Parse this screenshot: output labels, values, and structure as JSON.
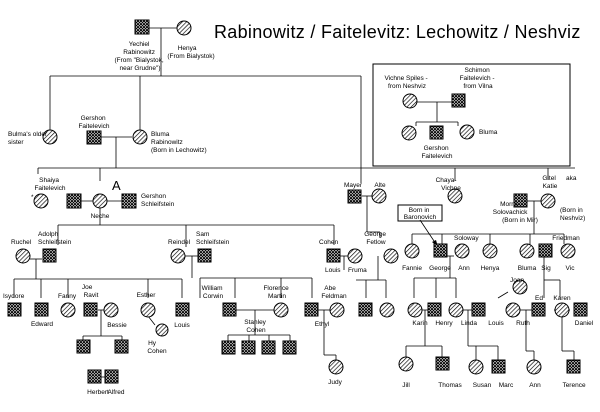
{
  "title": "Rabinowitz / Faitelevitz: Lechowitz / Neshviz",
  "marker_a": "A",
  "people": {
    "yechiel": [
      "Yechiel",
      "Rabinowitz",
      "(From \"Bialystok,",
      "near Grudne\")"
    ],
    "henya_top": [
      "Henya",
      "(From Bialystok)"
    ],
    "gershon_f": [
      "Gershon",
      "Faitelevich"
    ],
    "bluma_r": [
      "Bluma",
      "Rabinowitz",
      "(Born in Lechowitz)"
    ],
    "bulma_sister": [
      "Bulma's older",
      "sister"
    ],
    "vichne": [
      "Vichne Spiles -",
      "from Neshviz"
    ],
    "schimon": [
      "Schimon",
      "Faitelevich -",
      "from Vilna"
    ],
    "bluma_inset": [
      "Bluma"
    ],
    "gershon_inset": [
      "Gershon",
      "Faitelevich"
    ],
    "shaiya": [
      "Shaiya",
      "Faitelevich"
    ],
    "neche": [
      "Neche"
    ],
    "gershon_s": [
      "Gershon",
      "Schleifstein"
    ],
    "mayer": [
      "Mayer"
    ],
    "alte": [
      "Alte"
    ],
    "chaya": [
      "Chaya-",
      "Vichne"
    ],
    "gitel": [
      "Gitel",
      "Katie"
    ],
    "gitel_aka": [
      "aka"
    ],
    "gitel_born": [
      "(Born in",
      "Neshviz)"
    ],
    "morris": [
      "Morris",
      "Solovachick",
      "(Born in Mir)"
    ],
    "born_baronovich": [
      "Born in",
      "Baronovich"
    ],
    "ruchel": [
      "Ruchel"
    ],
    "adolph": [
      "Adolph",
      "Schleifstein"
    ],
    "reindel": [
      "Reindel"
    ],
    "sam": [
      "Sam",
      "Schleifstein"
    ],
    "cohen": [
      "Cohen"
    ],
    "louis_c": [
      "Louis"
    ],
    "fruma": [
      "Fruma"
    ],
    "george_f": [
      "George",
      "Fetlow"
    ],
    "fannie": [
      "Fannie"
    ],
    "george_s": [
      "George"
    ],
    "soloway": [
      "Soloway"
    ],
    "ann_s": [
      "Ann"
    ],
    "henya_s": [
      "Henya"
    ],
    "bluma_s": [
      "Bluma"
    ],
    "sig": [
      "Sig"
    ],
    "friedman": [
      "Friedman"
    ],
    "vic": [
      "Vic"
    ],
    "isydore": [
      "Isydore"
    ],
    "edward": [
      "Edward"
    ],
    "fanny": [
      "Fanny"
    ],
    "joe": [
      "Joe",
      "Ravit"
    ],
    "bessie": [
      "Bessie"
    ],
    "esther": [
      "Esther"
    ],
    "hy": [
      "Hy",
      "Cohen"
    ],
    "louis_l": [
      "Louis"
    ],
    "william": [
      "William",
      "Corwin"
    ],
    "florence": [
      "Florence",
      "Martin"
    ],
    "stanley": [
      "Stanley",
      "Cohen"
    ],
    "abe": [
      "Abe",
      "Feldman"
    ],
    "ethyl": [
      "Ethyl"
    ],
    "judy": [
      "Judy"
    ],
    "joan": [
      "Joan"
    ],
    "karin": [
      "Karin"
    ],
    "henry": [
      "Henry"
    ],
    "linda": [
      "Linda"
    ],
    "louis_r": [
      "Louis"
    ],
    "ruth": [
      "Ruth"
    ],
    "ed": [
      "Ed"
    ],
    "karen": [
      "Karen"
    ],
    "daniel": [
      "Daniel"
    ],
    "herbert": [
      "Herbert"
    ],
    "alfred": [
      "Alfred"
    ],
    "jill": [
      "Jill"
    ],
    "thomas": [
      "Thomas"
    ],
    "susan": [
      "Susan"
    ],
    "marc": [
      "Marc"
    ],
    "ann_b": [
      "Ann"
    ],
    "terence": [
      "Terence"
    ],
    "star": [
      "*"
    ]
  }
}
